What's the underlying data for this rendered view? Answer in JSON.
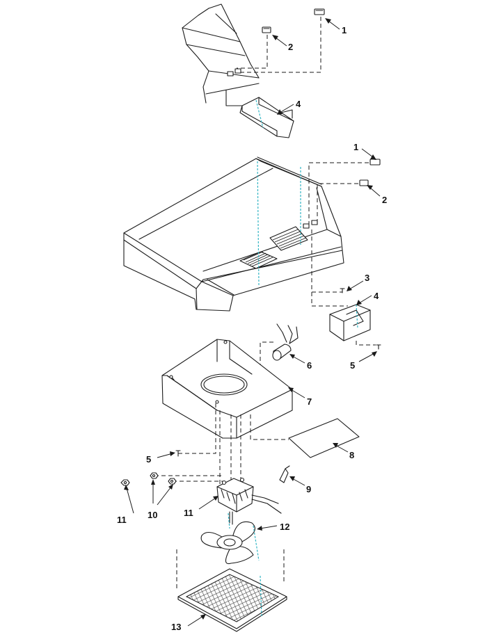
{
  "callouts": {
    "c1_top": "1",
    "c2_top": "2",
    "c4_top": "4",
    "c1_mid": "1",
    "c2_mid": "2",
    "c3": "3",
    "c4_mid": "4",
    "c5_right": "5",
    "c6": "6",
    "c7": "7",
    "c8": "8",
    "c5_left": "5",
    "c9": "9",
    "c11_left": "11",
    "c10": "10",
    "c11_motor": "11",
    "c12": "12",
    "c13": "13"
  },
  "colors": {
    "line": "#1a1a1a",
    "highlight": "#33b5c4"
  }
}
